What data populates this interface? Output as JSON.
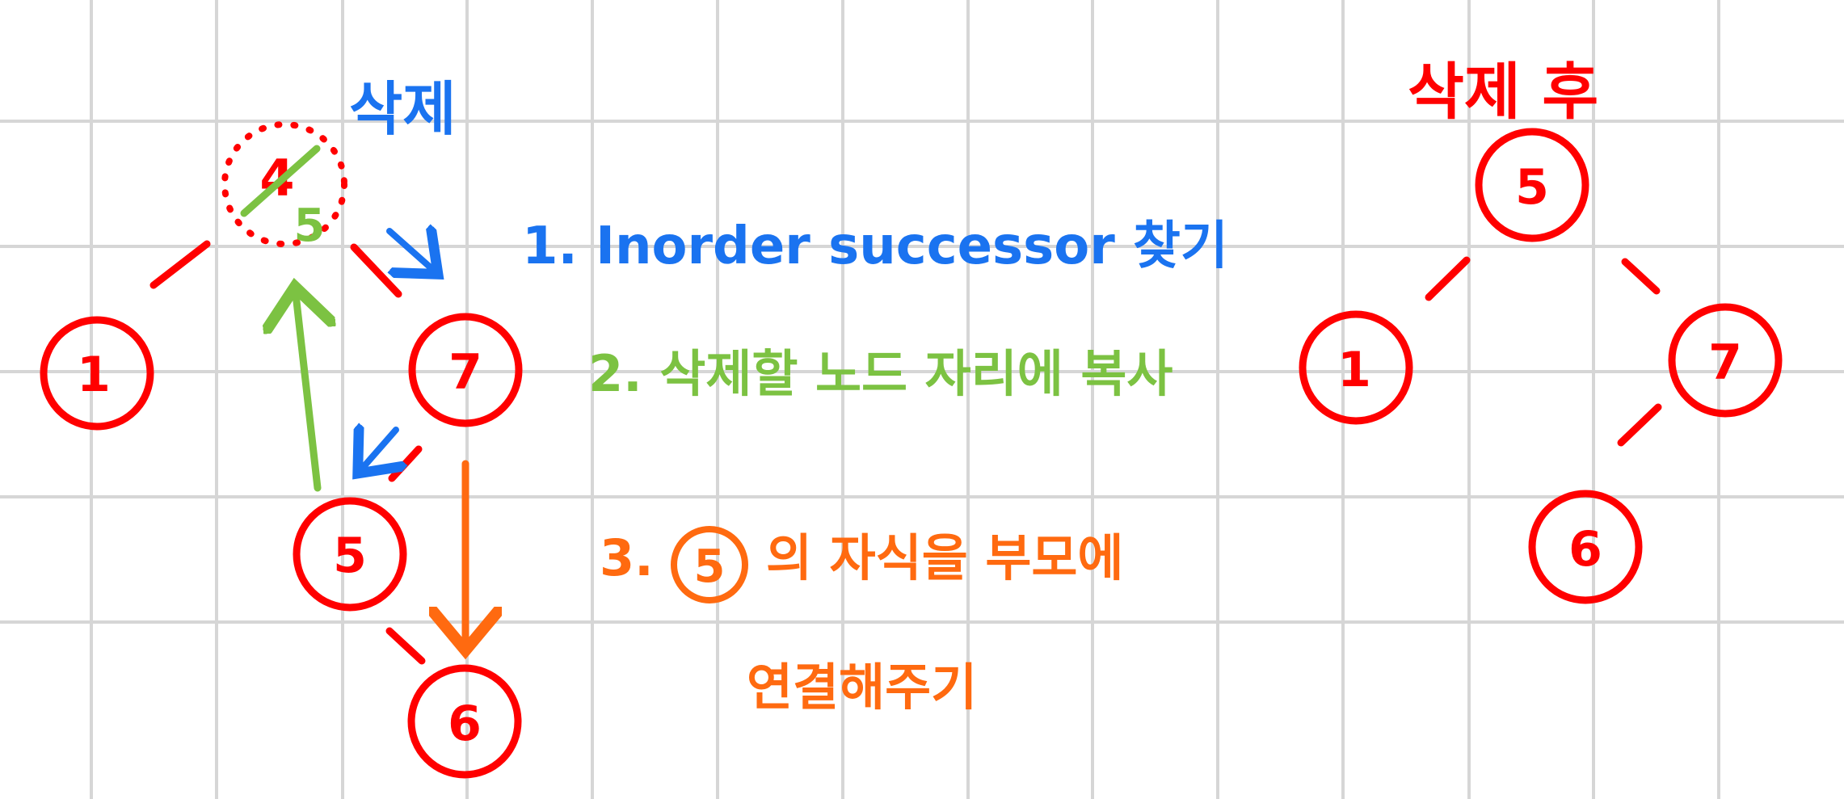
{
  "colors": {
    "grid": "#d6d6d6",
    "node": "#ff0000",
    "blue": "#1a73f0",
    "green": "#7cc242",
    "orange": "#ff6a10"
  },
  "before_tree": {
    "delete_label": "삭제",
    "root_old_value": "4",
    "root_new_value": "5",
    "nodes": {
      "n1": "1",
      "n7": "7",
      "n5": "5",
      "n6": "6"
    }
  },
  "steps": {
    "step1": "1. Inorder successor 찾기",
    "step2": "2. 삭제할 노드 자리에 복사",
    "step3_prefix": "3.",
    "step3_circled": "5",
    "step3_suffix": "의 자식을 부모에",
    "step3_line2": "연결해주기"
  },
  "after_tree": {
    "title": "삭제 후",
    "nodes": {
      "root": "5",
      "n1": "1",
      "n7": "7",
      "n6": "6"
    }
  }
}
